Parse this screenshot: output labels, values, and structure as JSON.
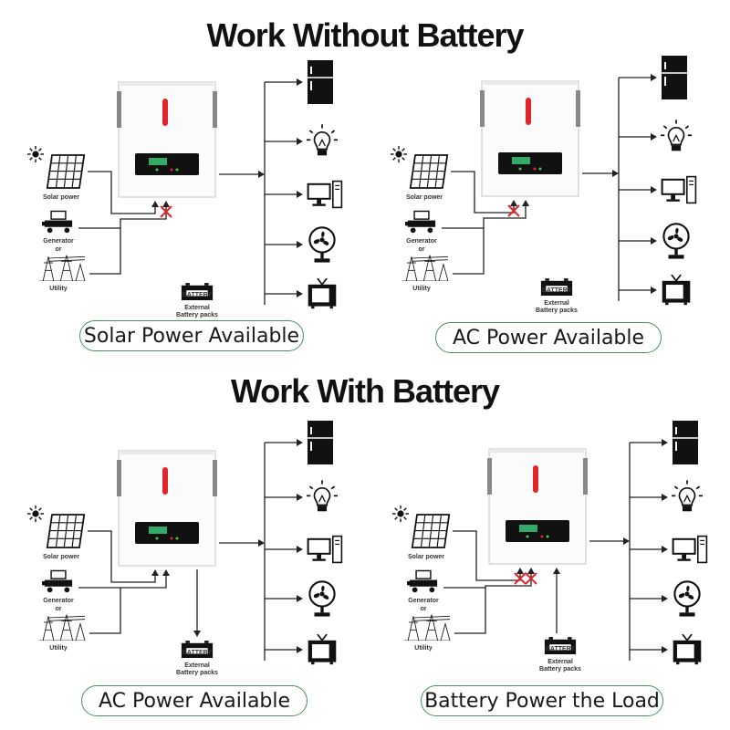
{
  "headings": {
    "top": "Work Without Battery",
    "bottom": "Work With Battery"
  },
  "labels": {
    "solar": "Solar power",
    "generator": "Generator",
    "or": "or",
    "utility": "Utility",
    "battery_tag": "BATTERY",
    "battery_caption_1": "External",
    "battery_caption_2": "Battery packs"
  },
  "panels": [
    {
      "caption": "Solar Power Available"
    },
    {
      "caption": "AC Power Available"
    },
    {
      "caption": "AC Power Available"
    },
    {
      "caption": "Battery Power the Load"
    }
  ],
  "icons": [
    "sun-icon",
    "solar-panel-icon",
    "generator-icon",
    "utility-tower-icon",
    "inverter-icon",
    "fridge-icon",
    "light-bulb-icon",
    "computer-icon",
    "fan-icon",
    "tv-icon",
    "battery-icon",
    "blocked-x-icon"
  ],
  "colors": {
    "accent": "#e0252b",
    "caption_border": "#4a8f5a",
    "line": "#222222"
  }
}
